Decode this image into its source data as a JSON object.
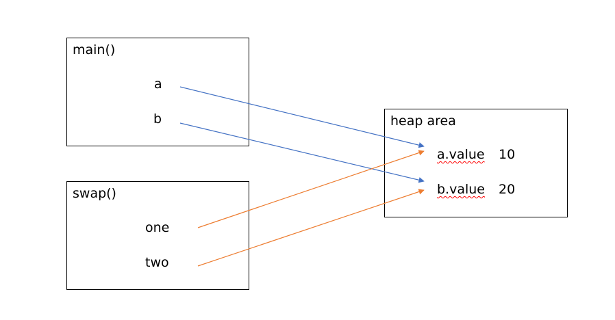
{
  "main_frame": {
    "title": "main()",
    "vars": [
      "a",
      "b"
    ]
  },
  "swap_frame": {
    "title": "swap()",
    "vars": [
      "one",
      "two"
    ]
  },
  "heap": {
    "title": "heap area",
    "fields": [
      {
        "name": "a.value",
        "value": "10"
      },
      {
        "name": "b.value",
        "value": "20"
      }
    ]
  },
  "colors": {
    "main_arrow": "#4472c4",
    "swap_arrow": "#ed7d31",
    "spellcheck": "#ff0000"
  }
}
